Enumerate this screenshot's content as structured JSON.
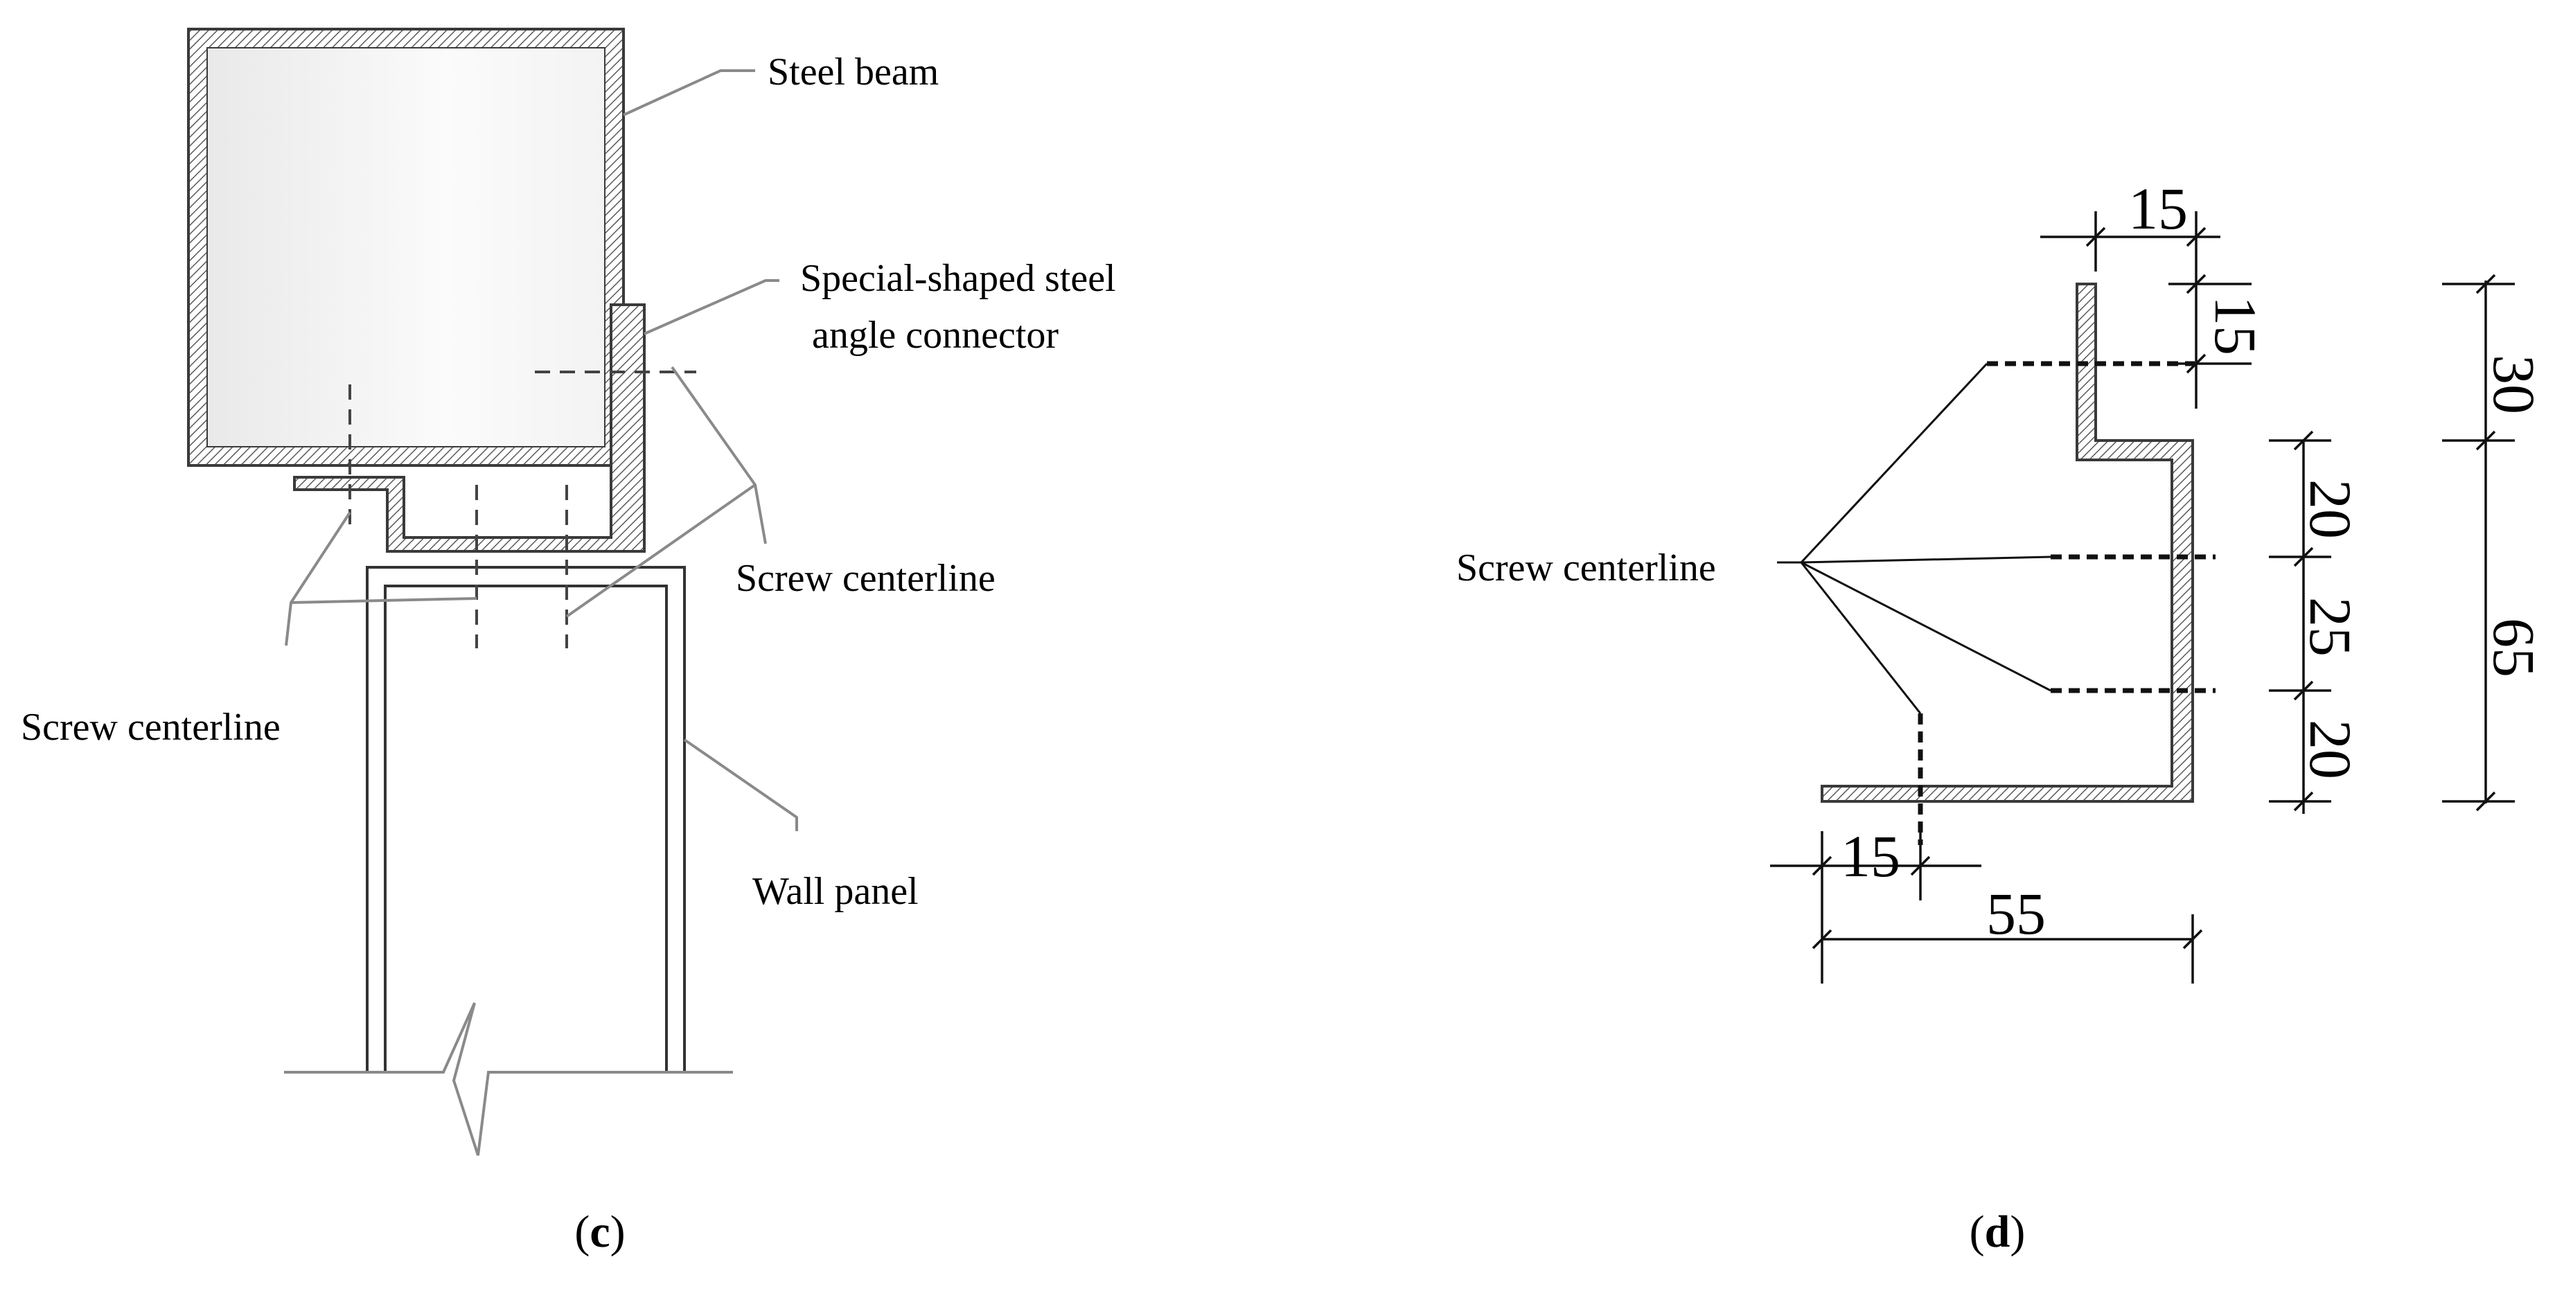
{
  "panel_c": {
    "labels": {
      "steel_beam": "Steel beam",
      "connector_line1": "Special-shaped steel",
      "connector_line2": "angle connector",
      "screw_right": "Screw centerline",
      "screw_left": "Screw centerline",
      "wall_panel": "Wall panel"
    },
    "caption": {
      "open": "(",
      "letter": "c",
      "close": ")"
    }
  },
  "panel_d": {
    "labels": {
      "screw": "Screw centerline"
    },
    "dimensions": {
      "top_lip_width": "15",
      "top_lip_depth": "15",
      "upper_spacing": "20",
      "middle_spacing": "25",
      "lower_spacing": "20",
      "upper_height": "30",
      "lower_height": "65",
      "bottom_offset": "15",
      "total_width": "55"
    },
    "caption": {
      "open": "(",
      "letter": "d",
      "close": ")"
    }
  },
  "colors": {
    "ink": "#000000",
    "leader": "#8a8a8a",
    "hatch": "#5a5a5a",
    "beam_fill": "#f4f4f4"
  }
}
